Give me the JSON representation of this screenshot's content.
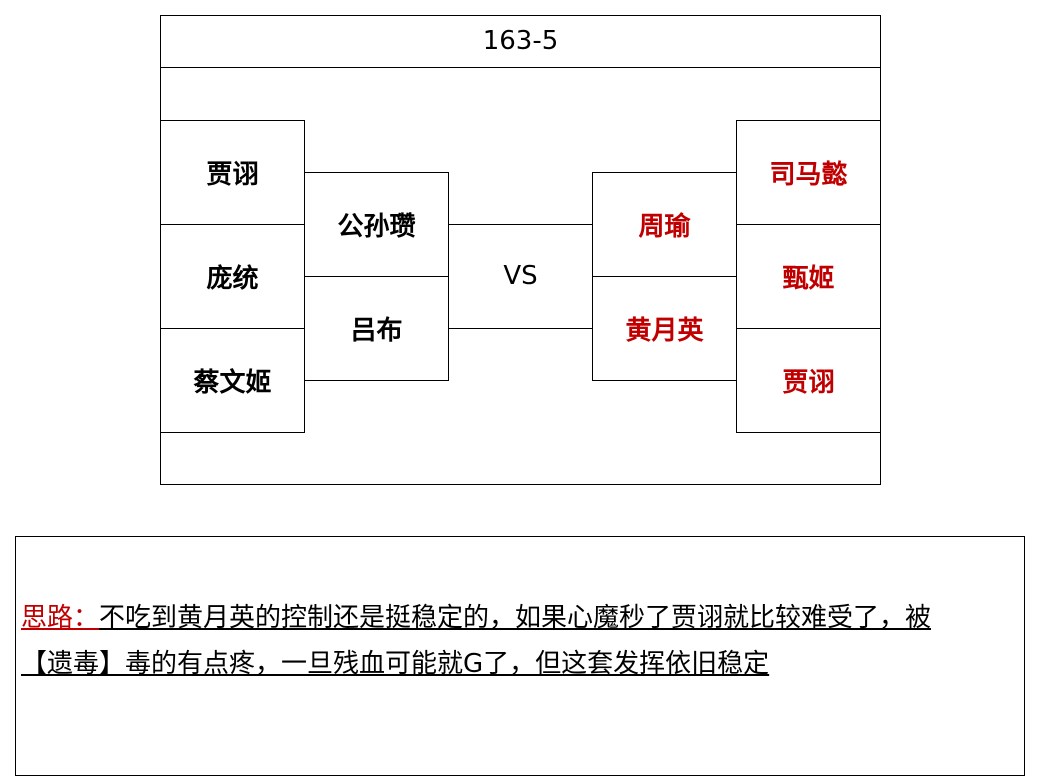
{
  "title": "163-5",
  "vs_label": "VS",
  "left_team": {
    "outer": [
      "贾诩",
      "庞统",
      "蔡文姬"
    ],
    "inner": [
      "公孙瓒",
      "吕布"
    ]
  },
  "right_team": {
    "inner": [
      "周瑜",
      "黄月英"
    ],
    "outer": [
      "司马懿",
      "甄姬",
      "贾诩"
    ]
  },
  "note": {
    "label": "思路：",
    "text_line1": "不吃到黄月英的控制还是挺稳定的，如果心魔秒了贾诩就比较难受了，被",
    "text_line2": "【遗毒】毒的有点疼，一旦残血可能就G了，但这套发挥依旧稳定"
  },
  "colors": {
    "highlight": "#c00000"
  }
}
